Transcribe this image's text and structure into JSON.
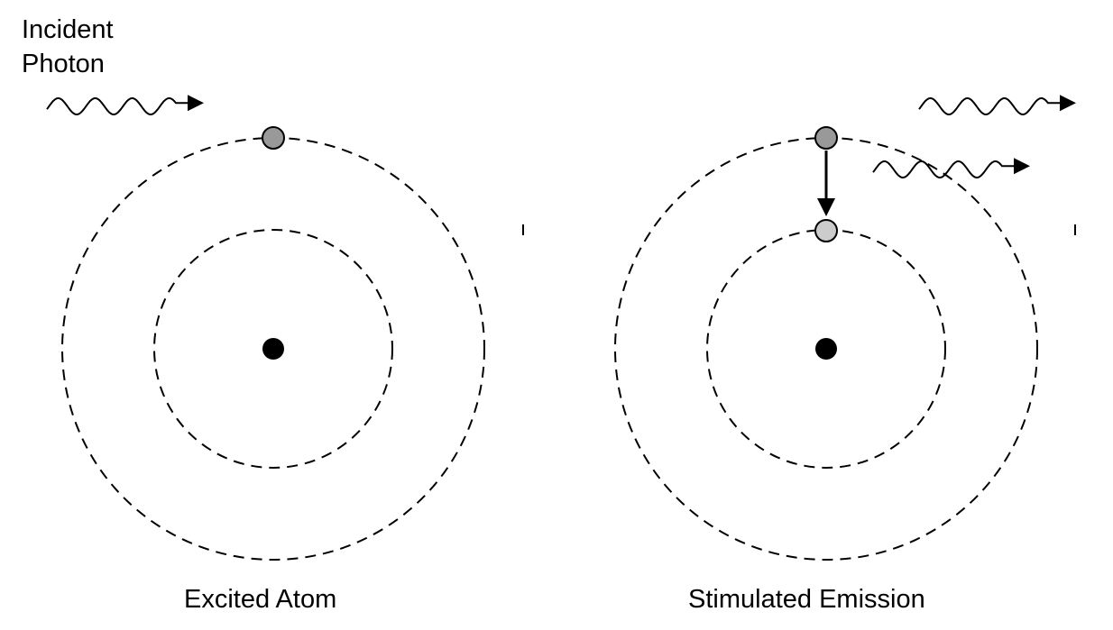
{
  "labels": {
    "incident_line1": "Incident",
    "incident_line2": "Photon",
    "left_caption": "Excited Atom",
    "right_caption": "Stimulated Emission"
  },
  "colors": {
    "excited_electron": "#999999",
    "ground_electron": "#cccccc",
    "nucleus": "#000000"
  }
}
